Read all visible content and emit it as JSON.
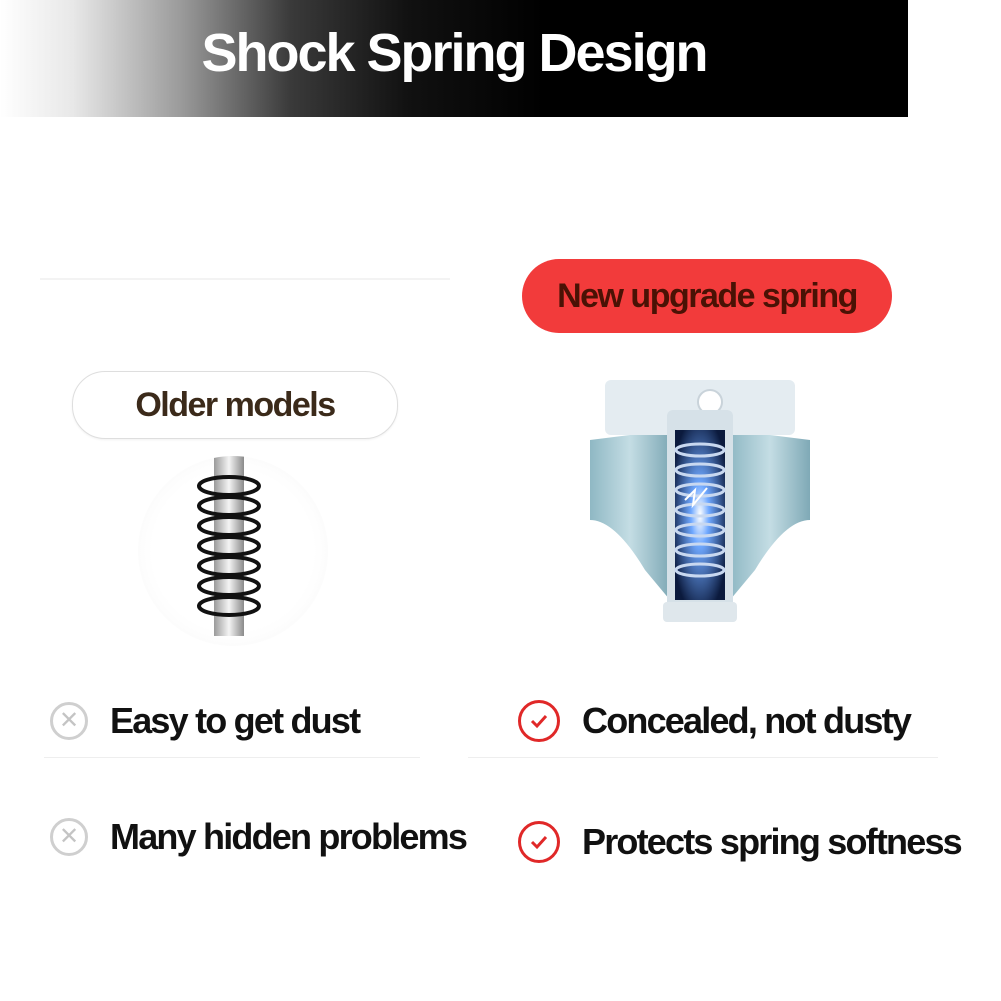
{
  "banner": {
    "title": "Shock Spring Design"
  },
  "old": {
    "label": "Older models",
    "features": [
      "Easy to get dust",
      "Many hidden problems"
    ]
  },
  "new": {
    "label": "New upgrade spring",
    "features": [
      "Concealed, not dusty",
      "Protects spring softness"
    ]
  },
  "colors": {
    "accent_red": "#f23b3b",
    "check_red": "#e02828",
    "x_gray": "#cfcfcf",
    "banner_black": "#000000"
  },
  "icons": {
    "negative": "x-circle-icon",
    "positive": "check-circle-icon"
  }
}
